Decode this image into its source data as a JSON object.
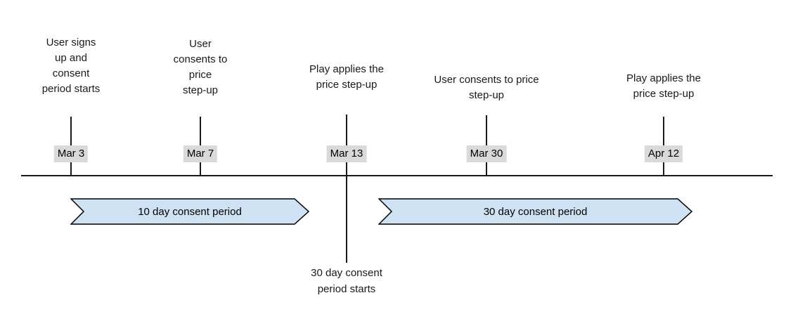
{
  "timeline": {
    "events": [
      {
        "date": "Mar 3",
        "label": "User signs\nup and\nconsent\nperiod starts"
      },
      {
        "date": "Mar 7",
        "label": "User\nconsents to\nprice\nstep-up"
      },
      {
        "date": "Mar 13",
        "label": "Play applies the\nprice step-up"
      },
      {
        "date": "Mar 30",
        "label": "User consents to price\nstep-up"
      },
      {
        "date": "Apr 12",
        "label": "Play applies the\nprice step-up"
      }
    ],
    "periods": [
      {
        "label": "10 day consent period"
      },
      {
        "label": "30 day consent period"
      }
    ],
    "annotation": {
      "text": "30 day consent\nperiod starts"
    },
    "colors": {
      "banner_fill": "#cfe2f3",
      "banner_stroke": "#000000",
      "date_background": "#d9d9d9",
      "line": "#1a1a1a"
    }
  }
}
